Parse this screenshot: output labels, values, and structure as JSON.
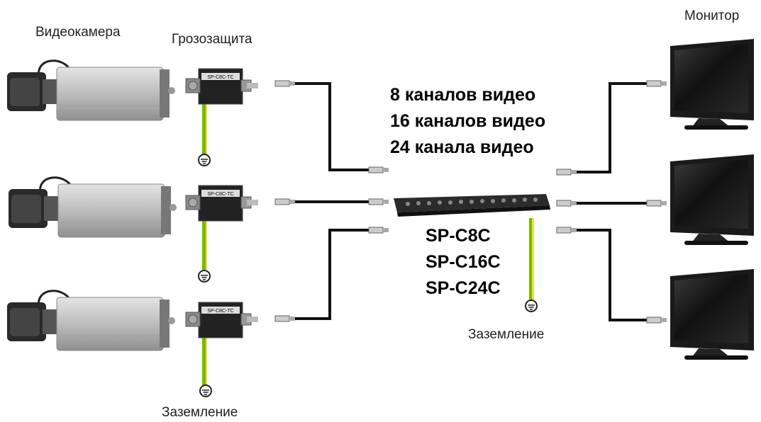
{
  "labels": {
    "camera": "Видеокамера",
    "surge_protector": "Грозозащита",
    "monitor": "Монитор",
    "ground_left": "Заземление",
    "ground_right": "Заземление"
  },
  "channels": [
    "8 каналов видео",
    "16 каналов видео",
    "24 канала видео"
  ],
  "models": [
    "SP-C8C",
    "SP-C16C",
    "SP-C24C"
  ],
  "colors": {
    "cable": "#111111",
    "ground_wire_green": "#7ab800",
    "ground_wire_yellow": "#e8e23a",
    "camera_body": "#c9c9c9",
    "monitor_body": "#1a1a1a",
    "panel": "#2b2b2b"
  }
}
